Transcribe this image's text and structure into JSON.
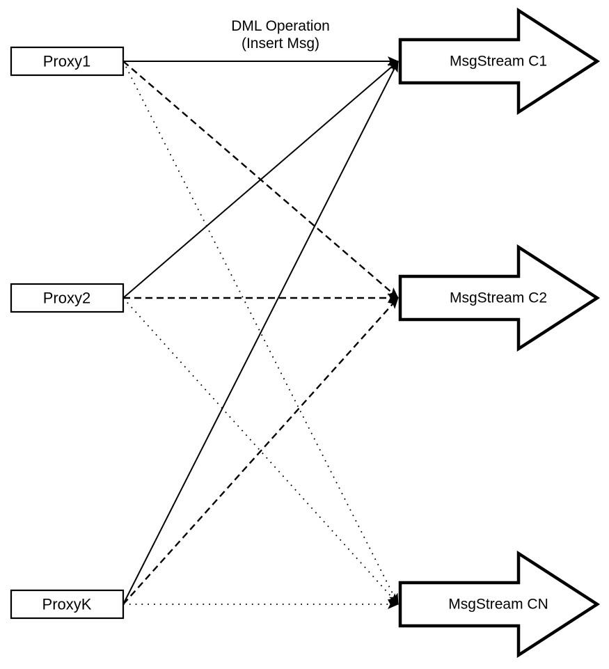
{
  "title": {
    "line1": "DML Operation",
    "line2": "(Insert Msg)"
  },
  "colors": {
    "stroke": "#000000",
    "node_fill": "#ffffff"
  },
  "proxies": [
    {
      "id": "proxy1",
      "label": "Proxy1"
    },
    {
      "id": "proxy2",
      "label": "Proxy2"
    },
    {
      "id": "proxyk",
      "label": "ProxyK"
    }
  ],
  "streams": [
    {
      "id": "c1",
      "label": "MsgStream C1"
    },
    {
      "id": "c2",
      "label": "MsgStream C2"
    },
    {
      "id": "cn",
      "label": "MsgStream CN"
    }
  ],
  "edges": [
    {
      "from": "proxy1",
      "to": "c1",
      "style": "solid"
    },
    {
      "from": "proxy2",
      "to": "c1",
      "style": "solid"
    },
    {
      "from": "proxyk",
      "to": "c1",
      "style": "solid"
    },
    {
      "from": "proxy1",
      "to": "c2",
      "style": "dashed"
    },
    {
      "from": "proxy2",
      "to": "c2",
      "style": "dashed"
    },
    {
      "from": "proxyk",
      "to": "c2",
      "style": "dashed"
    },
    {
      "from": "proxy1",
      "to": "cn",
      "style": "dotted"
    },
    {
      "from": "proxy2",
      "to": "cn",
      "style": "dotted"
    },
    {
      "from": "proxyk",
      "to": "cn",
      "style": "dotted"
    }
  ]
}
